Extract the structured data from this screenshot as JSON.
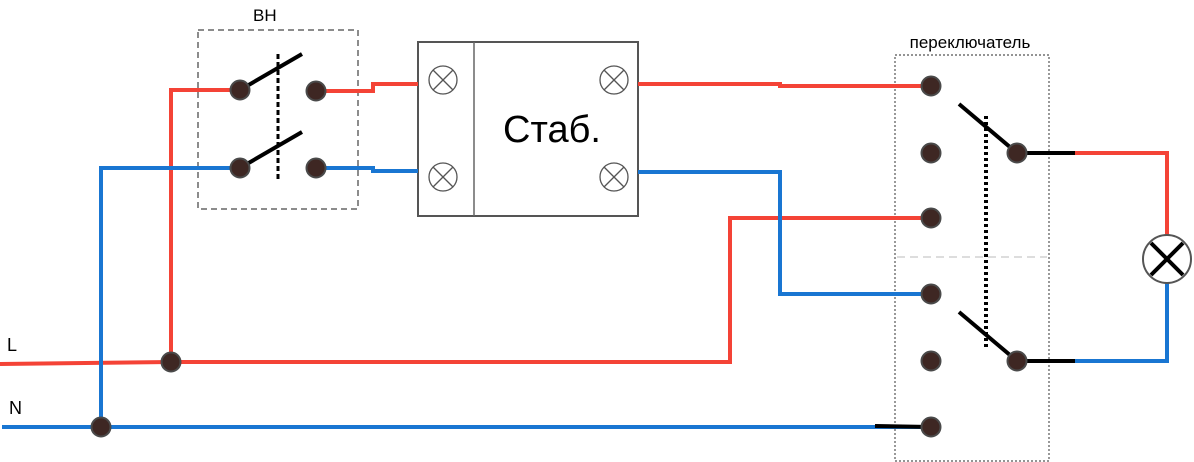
{
  "diagram": {
    "title": "Wiring diagram: stabilizer with bypass changeover switch",
    "labels": {
      "breaker": "ВН",
      "stabilizer": "Стаб.",
      "changeover": "переключатель",
      "line": "L",
      "neutral": "N"
    },
    "components": {
      "breaker": {
        "type": "double-pole circuit breaker",
        "poles": 2,
        "state": "open"
      },
      "stabilizer": {
        "type": "voltage stabilizer",
        "inputs": [
          "L in",
          "N in"
        ],
        "outputs": [
          "L out",
          "N out"
        ]
      },
      "changeover": {
        "type": "two-pole three-position switch",
        "poles": 2,
        "positions_per_pole": 3
      },
      "lamp": {
        "type": "load lamp",
        "icon": "lamp-cross-icon"
      }
    },
    "colors": {
      "phase": "#f44336",
      "neutral": "#1976d2",
      "switch_link": "#000000",
      "terminal": "#3e2723"
    }
  }
}
